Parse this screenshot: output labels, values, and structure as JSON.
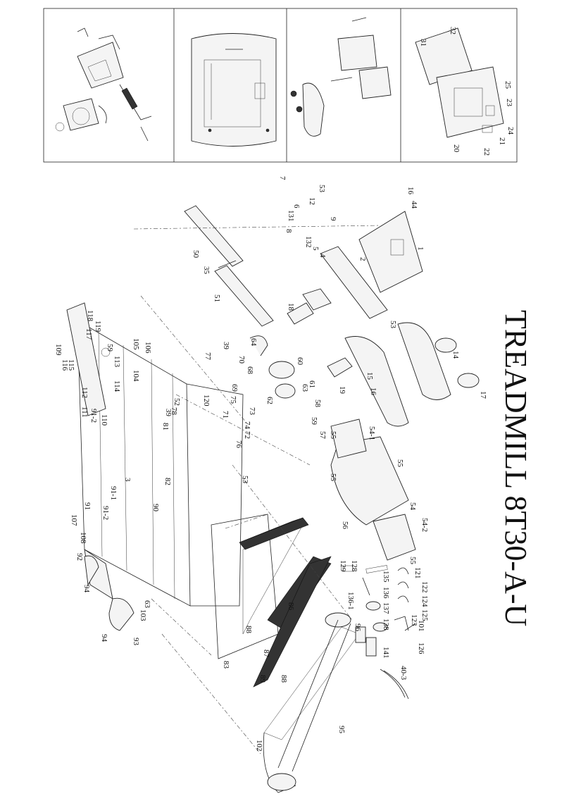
{
  "title": "TREADMILL 8T30-A-U",
  "page_mark": "1",
  "callouts": [
    "1",
    "2",
    "3",
    "4",
    "5",
    "6",
    "7",
    "8",
    "9",
    "12",
    "14",
    "15",
    "16",
    "17",
    "18",
    "19",
    "20",
    "21",
    "22",
    "23",
    "24",
    "25",
    "31",
    "32",
    "35",
    "39",
    "40-3",
    "44",
    "50",
    "51",
    "52",
    "53",
    "54",
    "54-1",
    "54-2",
    "55",
    "56",
    "57",
    "58",
    "59",
    "60",
    "61",
    "62",
    "63",
    "64",
    "68",
    "69",
    "70",
    "71",
    "72",
    "73",
    "74",
    "75",
    "76",
    "77",
    "78",
    "81",
    "82",
    "83",
    "86",
    "87",
    "88",
    "89",
    "90",
    "91",
    "91-1",
    "91-2",
    "92",
    "93",
    "94",
    "95",
    "96",
    "101",
    "102",
    "103",
    "104",
    "105",
    "106",
    "107",
    "108",
    "109",
    "110",
    "111",
    "112",
    "113",
    "114",
    "115",
    "116",
    "117",
    "118",
    "119",
    "120",
    "121",
    "122",
    "123",
    "124",
    "125",
    "126",
    "128",
    "129",
    "131",
    "132",
    "135",
    "136",
    "136-1",
    "137",
    "138",
    "141"
  ]
}
